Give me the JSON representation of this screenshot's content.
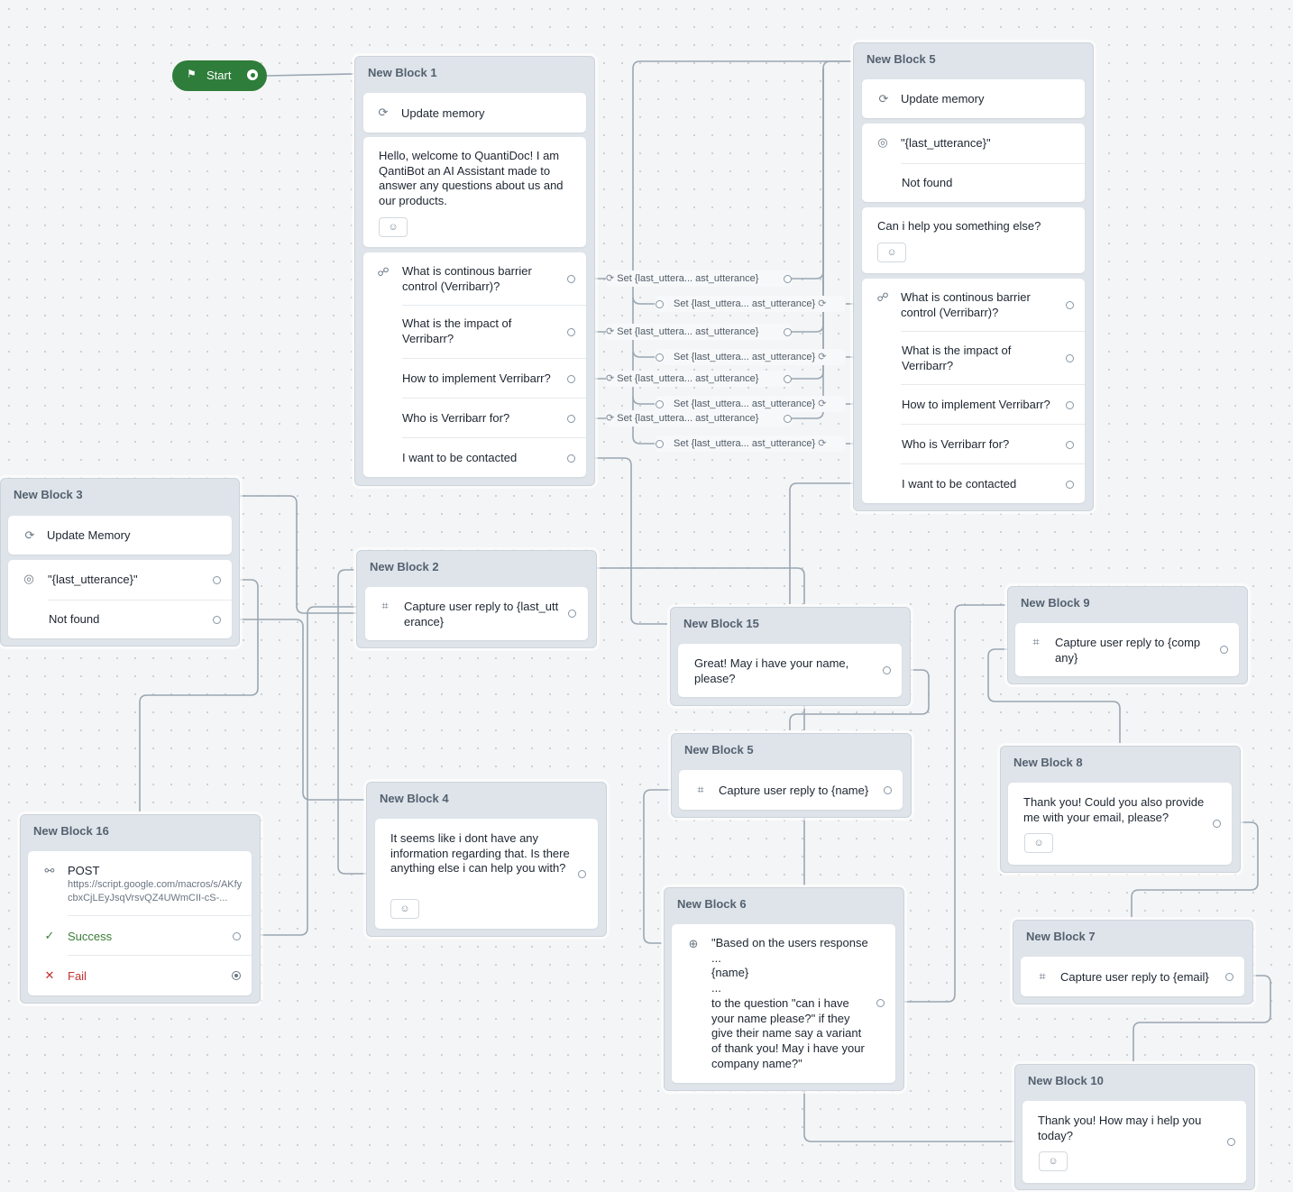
{
  "start": {
    "label": "Start"
  },
  "b1": {
    "title": "New Block 1",
    "update": "Update memory",
    "message": "Hello, welcome to QuantiDoc! I am QantiBot an AI Assistant made to answer any questions about us and our products.",
    "choices": [
      "What is continous barrier control (Verribarr)?",
      "What is the impact of Verribarr?",
      "How to implement Verribarr?",
      "Who is Verribarr for?",
      "I want to be contacted"
    ]
  },
  "b5top": {
    "title": "New Block 5",
    "update": "Update memory",
    "cond": "\"{last_utterance}\"",
    "notfound": "Not found",
    "message": "Can i help you something else?",
    "choices": [
      "What is continous barrier control (Verribarr)?",
      "What is the impact of Verribarr?",
      "How to implement Verribarr?",
      "Who is Verribarr for?",
      "I want to be contacted"
    ]
  },
  "setpill": "Set {last_uttera... ast_utterance}",
  "b3": {
    "title": "New Block 3",
    "update": "Update Memory",
    "cond": "\"{last_utterance}\"",
    "notfound": "Not found"
  },
  "b2": {
    "title": "New Block 2",
    "capture": "Capture user reply to {last_utterance}"
  },
  "b15": {
    "title": "New Block 15",
    "message": "Great! May i have your name, please?"
  },
  "b9": {
    "title": "New Block 9",
    "capture": "Capture user reply to {company}"
  },
  "b8": {
    "title": "New Block 8",
    "message": "Thank you! Could you also provide me with your email, please?"
  },
  "b5mid": {
    "title": "New Block 5",
    "capture": "Capture user reply to {name}"
  },
  "b4": {
    "title": "New Block 4",
    "message": "It seems like i dont have any information regarding that. Is there anything else i can help you with?"
  },
  "b16": {
    "title": "New Block 16",
    "method": "POST",
    "url": "https://script.google.com/macros/s/AKfycbxCjLEyJsqVrsvQZ4UWmCII-cS-...",
    "success": "Success",
    "fail": "Fail"
  },
  "b6": {
    "title": "New Block 6",
    "prompt": "\"Based on the users response\n...\n{name}\n...\n to the question \"can i have your name please?\" if they give their name say a variant of thank you! May i have your company name?\""
  },
  "b7": {
    "title": "New Block 7",
    "capture": "Capture user reply to {email}"
  },
  "b10": {
    "title": "New Block 10",
    "message": "Thank you! How may i help you today?"
  },
  "icons": {
    "update": "memory-update-icon",
    "choice": "choice-icon",
    "condition": "condition-icon",
    "capture": "capture-icon",
    "api": "api-icon",
    "ai": "ai-response-icon",
    "emoji": "emoji-icon",
    "flag": "flag-icon"
  }
}
